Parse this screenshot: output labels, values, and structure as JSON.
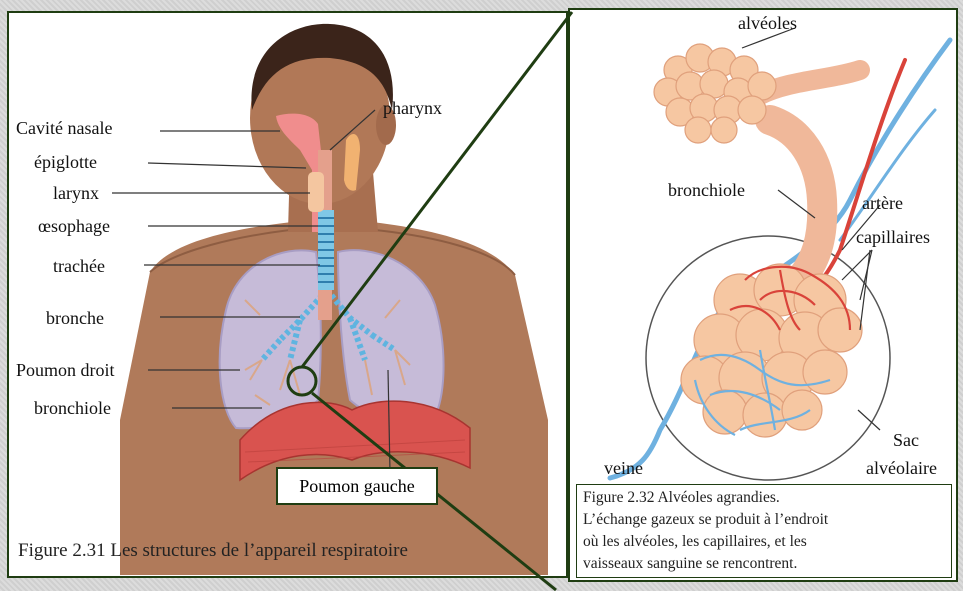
{
  "left_figure": {
    "labels": {
      "cavite_nasale": "Cavité nasale",
      "epiglotte": "épiglotte",
      "larynx": "larynx",
      "oesophage": "œsophage",
      "trachee": "trachée",
      "bronche": "bronche",
      "poumon_droit": "Poumon droit",
      "bronchiole": "bronchiole",
      "pharynx": "pharynx",
      "poumon_gauche": "Poumon gauche"
    },
    "caption": "Figure 2.31 Les structures de l’appareil respiratoire"
  },
  "right_figure": {
    "labels": {
      "alveoles": "alvéoles",
      "bronchiole": "bronchiole",
      "artere": "artère",
      "capillaires": "capillaires",
      "veine": "veine",
      "sac": "Sac",
      "alveolaire": "alvéolaire"
    },
    "caption_lines": [
      "Figure 2.32 Alvéoles agrandies.",
      "L’échange gazeux se produit à l’endroit",
      "où les alvéoles, les capillaires, et les",
      "vaisseaux sanguine se rencontrent."
    ]
  },
  "colors": {
    "frame": "#1f3d12",
    "skin": "#b07a5a",
    "lung": "#c9c3e6",
    "diaphragm": "#d9534f",
    "trachea": "#7fc8e6",
    "artery": "#d9433a",
    "vein": "#6fb1e0",
    "alveoli": "#f6c7a2"
  }
}
